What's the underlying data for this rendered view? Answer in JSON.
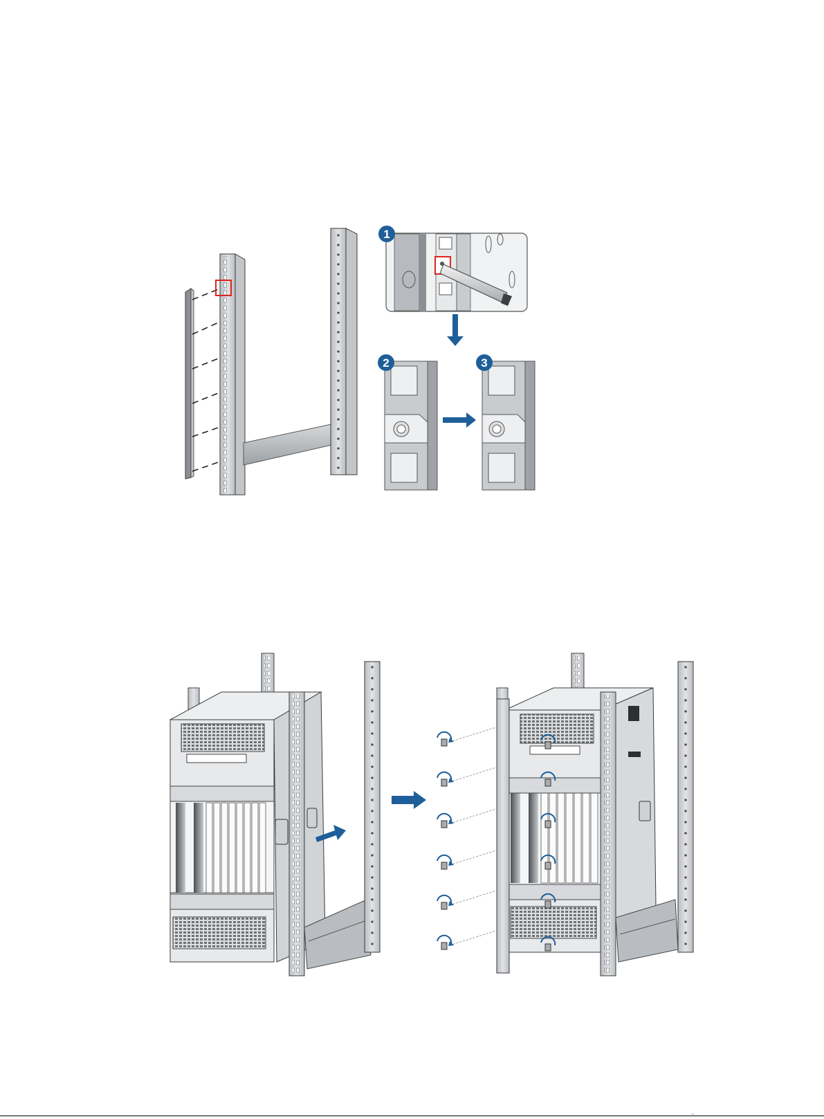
{
  "figure1": {
    "callouts": [
      {
        "number": "1"
      },
      {
        "number": "2"
      },
      {
        "number": "3"
      }
    ]
  },
  "figure2": {},
  "footer": {
    "mark": ","
  },
  "colors": {
    "rail": "#cfd2d5",
    "rail_dark": "#8f9499",
    "arrow": "#1f5f99",
    "highlight": "#e0241c",
    "line": "#3a3a3a"
  }
}
